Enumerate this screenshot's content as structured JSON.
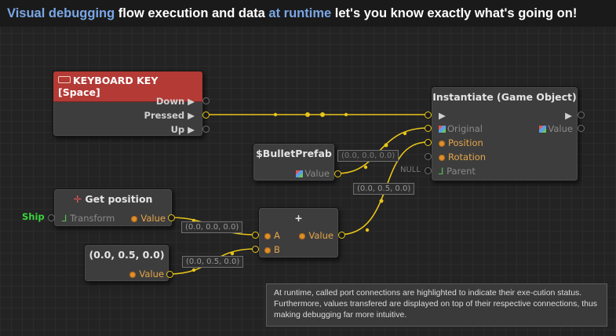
{
  "headline": {
    "part1": "Visual debugging",
    "part2": " flow execution and data ",
    "part3": "at runtime",
    "part4": " let's you know exactly what's going on!"
  },
  "nodes": {
    "keyboard": {
      "title": "KEYBOARD KEY [Space]",
      "outputs": [
        "Down ▶",
        "Pressed ▶",
        "Up ▶"
      ]
    },
    "instantiate": {
      "title": "Instantiate (Game Object)",
      "flow_in": "▶",
      "flow_out": "▶",
      "inputs": [
        "Original",
        "Position",
        "Rotation",
        "Parent"
      ],
      "output": "Value",
      "null_label": "NULL"
    },
    "bullet": {
      "title": "$BulletPrefab",
      "output": "Value"
    },
    "getpos": {
      "title": "Get position",
      "input": "Transform",
      "output": "Value",
      "external_label": "Ship"
    },
    "add": {
      "title": "+",
      "inputs": [
        "A",
        "B"
      ],
      "output": "Value"
    },
    "constant": {
      "title": "(0.0, 0.5, 0.0)",
      "output": "Value"
    }
  },
  "wire_values": {
    "bullet_to_original": "(0.0, 0.0, 0.0)",
    "add_to_position": "(0.0, 0.5, 0.0)",
    "getpos_to_a": "(0.0, 0.0, 0.0)",
    "constant_to_b": "(0.0, 0.5, 0.0)"
  },
  "info": "At runtime, called port connections are highlighted to indicate their exe-cution status. Furthermore, values transfered are displayed on top of their respective connections, thus making debugging far more intuitive.",
  "colors": {
    "wire_active": "#e8c51a",
    "accent_blue": "#7aa7e6",
    "node_red": "#b33a35",
    "ship_green": "#39d43e"
  }
}
